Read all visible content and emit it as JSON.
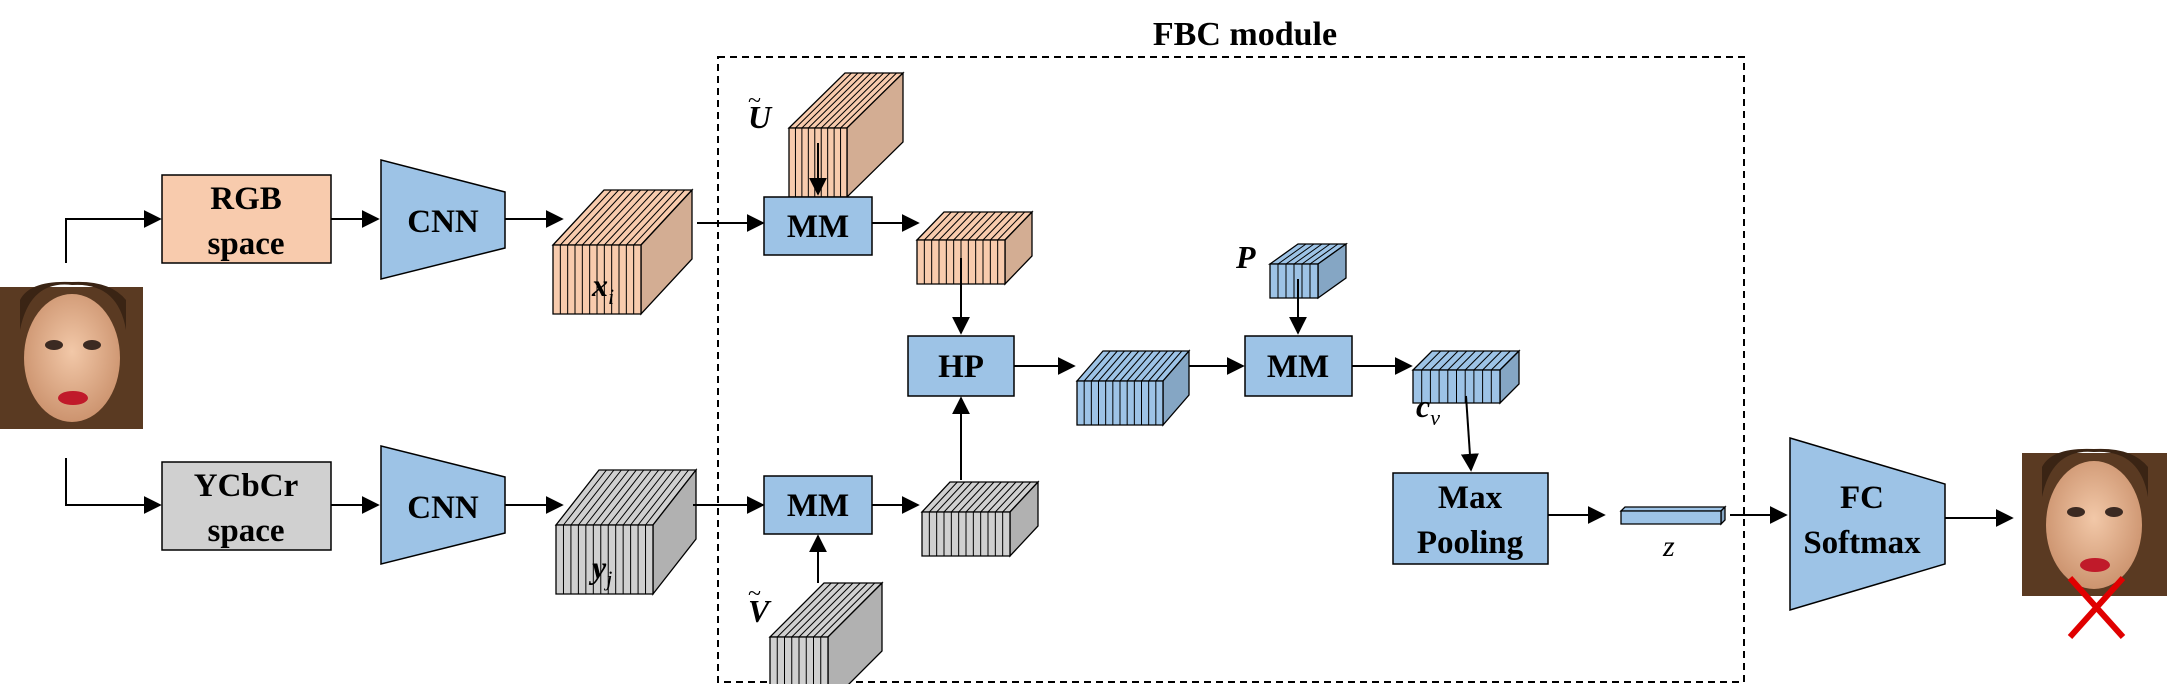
{
  "module_title": "FBC module",
  "inputs": {
    "rgb": [
      "RGB",
      "space"
    ],
    "ycbcr": [
      "YCbCr",
      "space"
    ]
  },
  "cnn_label": "CNN",
  "mm_label": "MM",
  "hp_label": "HP",
  "maxpool": [
    "Max",
    "Pooling"
  ],
  "fc": [
    "FC",
    "Softmax"
  ],
  "symbols": {
    "x": "x",
    "x_sub": "i",
    "y": "y",
    "y_sub": "j",
    "U": "U",
    "V": "V",
    "P": "P",
    "c": "c",
    "c_sub": "v",
    "z": "z"
  },
  "colors": {
    "peach": "#f8cbad",
    "gray": "#d0d0d0",
    "blue": "#9dc3e6",
    "dark": "#222222",
    "red": "#e00000",
    "face_bg": "#6b4a2c"
  },
  "icons": [
    "face-photo-input",
    "face-photo-output",
    "red-x-icon"
  ]
}
